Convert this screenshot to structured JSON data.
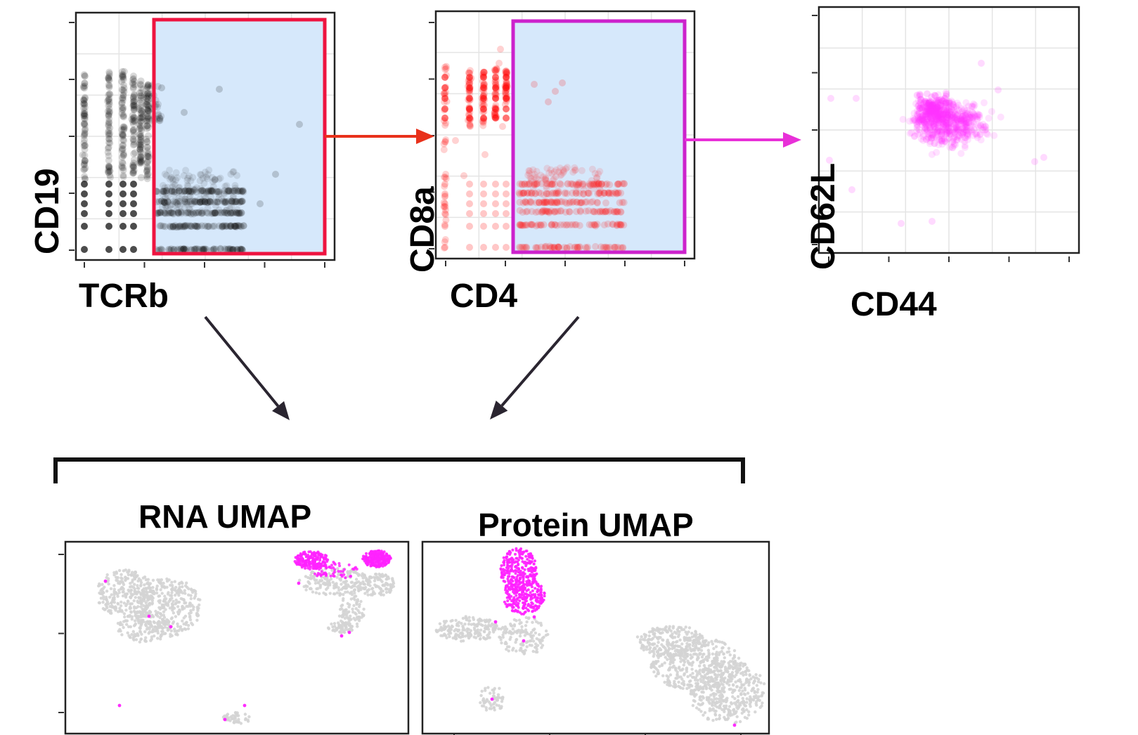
{
  "colors": {
    "plot1_points": "#111111",
    "plot2_points": "#ff2020",
    "plot3_points": "#ff30ff",
    "gate1": "#ee1440",
    "gate2": "#cc22cc",
    "gate_fill": "#d6e8fb",
    "arrow_red": "#e8311b",
    "arrow_magenta": "#e830d8",
    "arrow_dark": "#2a2530",
    "umap_gray": "#d4d4d4",
    "umap_highlight": "#ff22ff",
    "grid": "#e4e4e4"
  },
  "panels": {
    "tcrb_cd19": {
      "x_label": "TCRb",
      "y_label": "CD19"
    },
    "cd4_cd8a": {
      "x_label": "CD4",
      "y_label": "CD8a"
    },
    "cd44_cd62l": {
      "x_label": "CD44",
      "y_label": "CD62L"
    }
  },
  "umaps": {
    "rna": {
      "title": "RNA UMAP"
    },
    "protein": {
      "title": "Protein UMAP"
    }
  },
  "icons": [
    "arrow-right-icon",
    "arrow-down-icon",
    "bracket-icon"
  ]
}
